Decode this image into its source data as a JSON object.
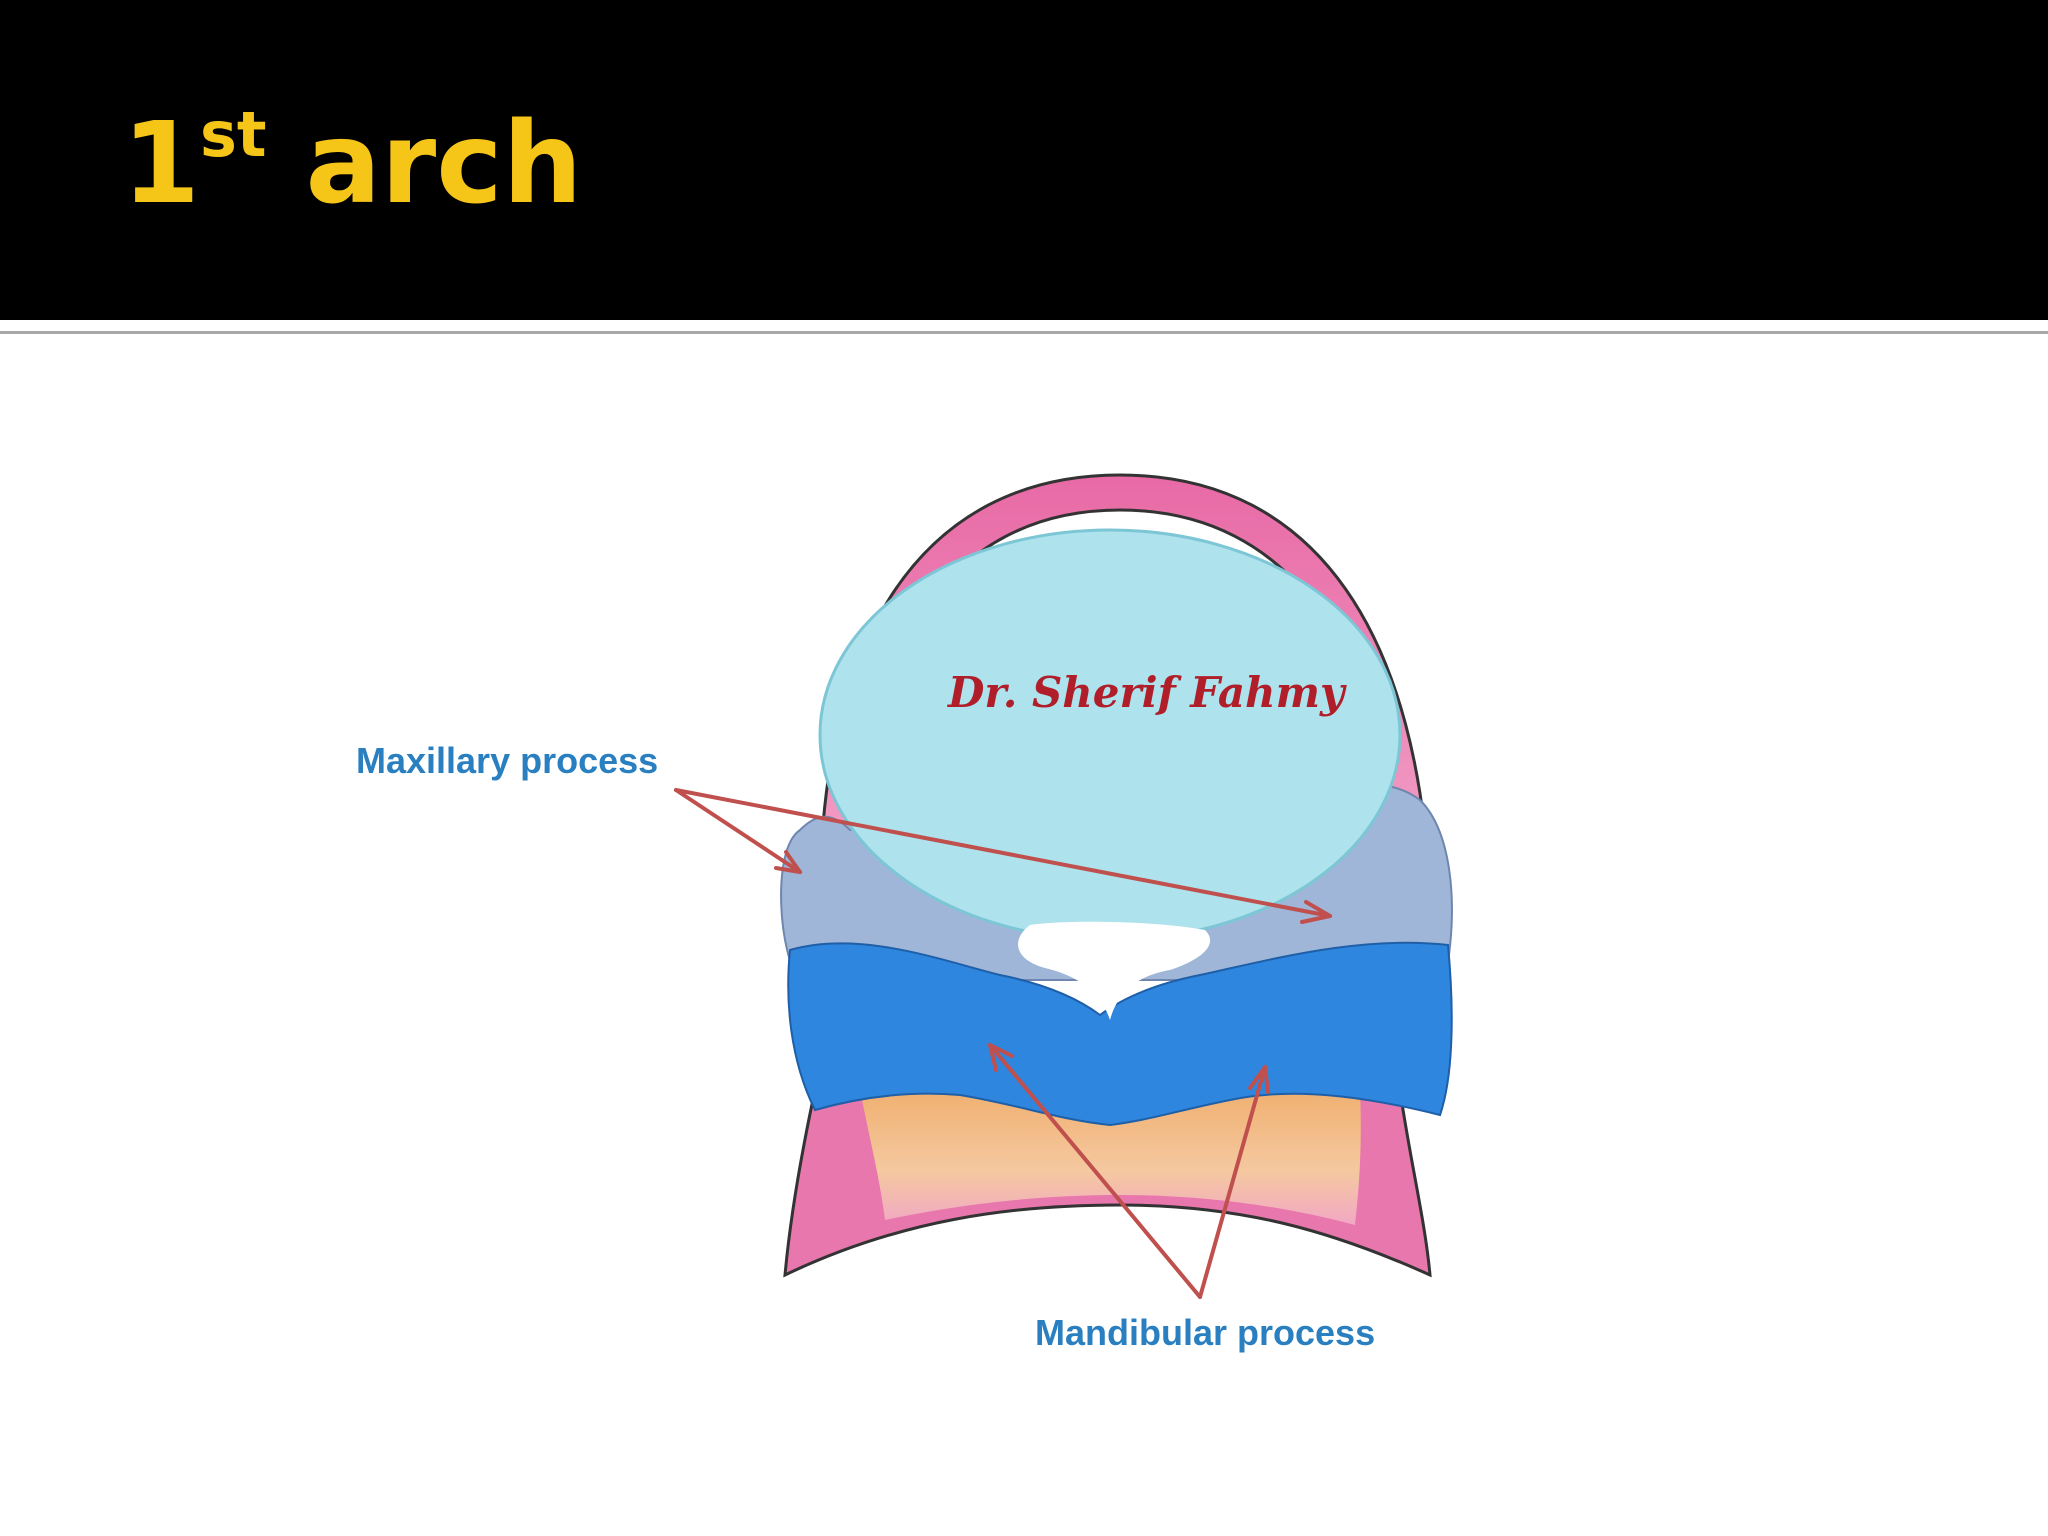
{
  "slide": {
    "title_main": "1",
    "title_sup": "st",
    "title_rest": " arch"
  },
  "diagram": {
    "watermark": "Dr. Sherif Fahmy",
    "labels": {
      "maxillary": "Maxillary process",
      "mandibular": "Mandibular process"
    },
    "colors": {
      "title": "#f5c518",
      "label": "#2a7fc0",
      "arrow": "#c0504d",
      "frontonasal": "#a8e0ea",
      "maxillary_region": "#9bb4d6",
      "mandibular_region": "#2f86de",
      "outer_pink": "#e0609c",
      "neck": "#f3c07a"
    }
  }
}
